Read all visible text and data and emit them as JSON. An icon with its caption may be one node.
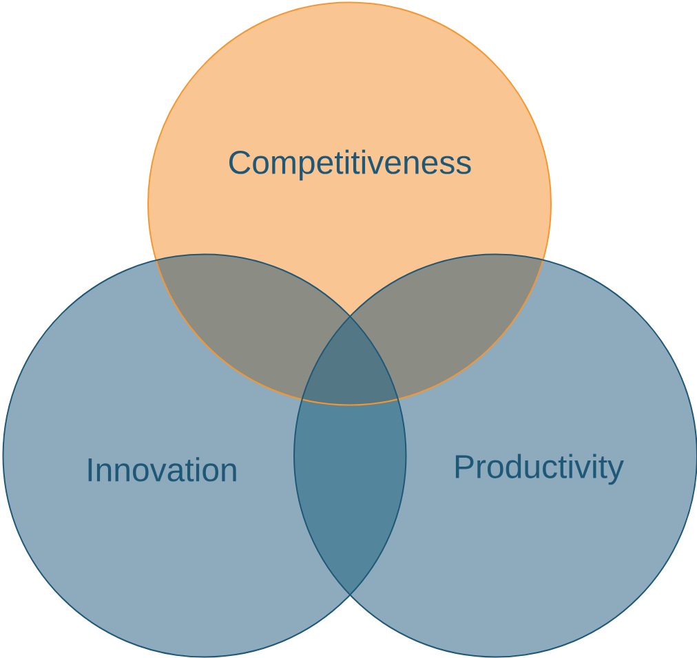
{
  "diagram": {
    "nodes": [
      {
        "text": [
          "Competitiveness"
        ]
      },
      {
        "text": [
          "Innovation"
        ]
      },
      {
        "text": [
          "Productivity"
        ]
      }
    ]
  }
}
